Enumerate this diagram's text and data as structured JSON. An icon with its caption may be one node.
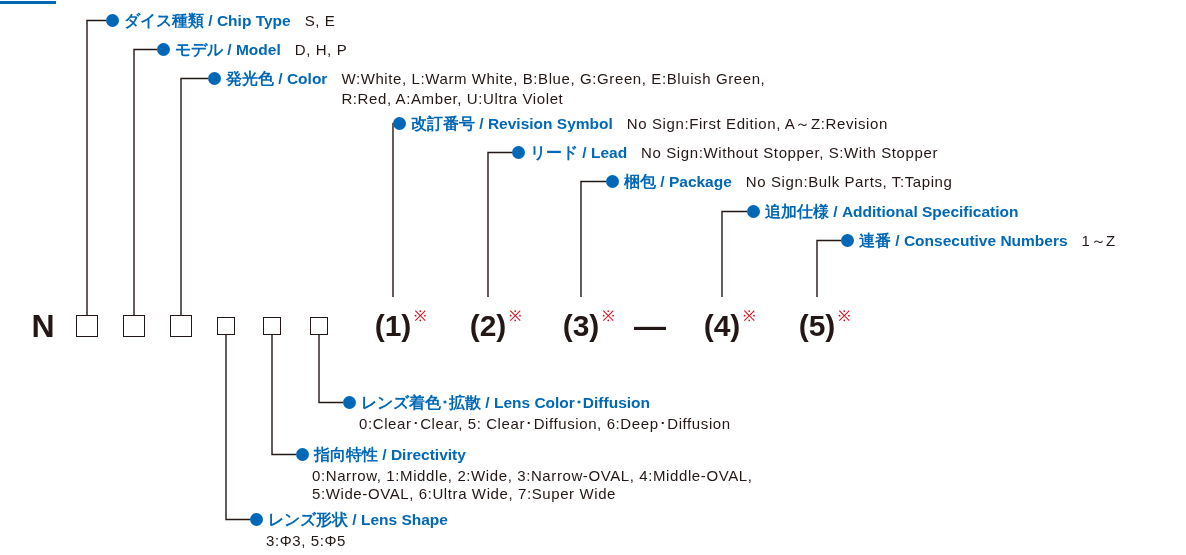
{
  "diagram": {
    "nodes": [
      {
        "text": [
          "ダイス種類 / Chip Type",
          "S, E"
        ]
      },
      {
        "text": [
          "モデル / Model",
          "D, H, P"
        ]
      },
      {
        "text": [
          "発光色 / Color",
          "W:White, L:Warm White, B:Blue, G:Green, E:Bluish Green, R:Red, A:Amber, U:Ultra Violet"
        ]
      },
      {
        "text": [
          "改訂番号 / Revision Symbol",
          "No Sign:First Edition, A～Z:Revision"
        ]
      },
      {
        "text": [
          "リード / Lead",
          "No Sign:Without Stopper, S:With Stopper"
        ]
      },
      {
        "text": [
          "梱包 / Package",
          "No Sign:Bulk Parts, T:Taping"
        ]
      },
      {
        "text": [
          "追加仕様 / Additional Specification"
        ]
      },
      {
        "text": [
          "連番 / Consecutive Numbers",
          "1～Z"
        ]
      },
      {
        "text": [],
        "shape": "box"
      },
      {
        "text": [],
        "shape": "box"
      },
      {
        "text": [],
        "shape": "box"
      },
      {
        "text": [],
        "shape": "box"
      },
      {
        "text": [],
        "shape": "box"
      },
      {
        "text": [],
        "shape": "box"
      },
      {
        "text": [
          "(1)"
        ],
        "beside": [
          "※"
        ]
      },
      {
        "text": [
          "(2)"
        ],
        "beside": [
          "※"
        ]
      },
      {
        "text": [
          "(3)"
        ],
        "beside": [
          "※"
        ]
      },
      {
        "text": [
          "(4)"
        ],
        "beside": [
          "※"
        ]
      },
      {
        "text": [
          "(5)"
        ],
        "beside": [
          "※"
        ]
      },
      {
        "text": [
          "レンズ着色･拡散 / Lens Color･Diffusion",
          "0:Clear･Clear, 5: Clear･Diffusion, 6:Deep･Diffusion"
        ]
      },
      {
        "text": [
          "指向特性 / Directivity",
          "0:Narrow, 1:Middle, 2:Wide, 3:Narrow-OVAL, 4:Middle-OVAL, 5:Wide-OVAL, 6:Ultra Wide, 7:Super Wide"
        ]
      },
      {
        "text": [
          "レンズ形状 / Lens Shape",
          "3:Φ3, 5:Φ5"
        ]
      }
    ],
    "edges": [
      {
        "from": 8,
        "to": 0,
        "arrow": "none"
      },
      {
        "from": 9,
        "to": 1,
        "arrow": "none"
      },
      {
        "from": 10,
        "to": 2,
        "arrow": "none"
      },
      {
        "from": 11,
        "to": 21,
        "arrow": "none"
      },
      {
        "from": 12,
        "to": 20,
        "arrow": "none"
      },
      {
        "from": 13,
        "to": 19,
        "arrow": "none"
      },
      {
        "from": 14,
        "to": 3,
        "arrow": "none"
      },
      {
        "from": 15,
        "to": 4,
        "arrow": "none"
      },
      {
        "from": 16,
        "to": 5,
        "arrow": "none"
      },
      {
        "from": 17,
        "to": 6,
        "arrow": "none"
      },
      {
        "from": 18,
        "to": 7,
        "arrow": "none"
      }
    ],
    "labels": [
      "N",
      "—"
    ]
  }
}
